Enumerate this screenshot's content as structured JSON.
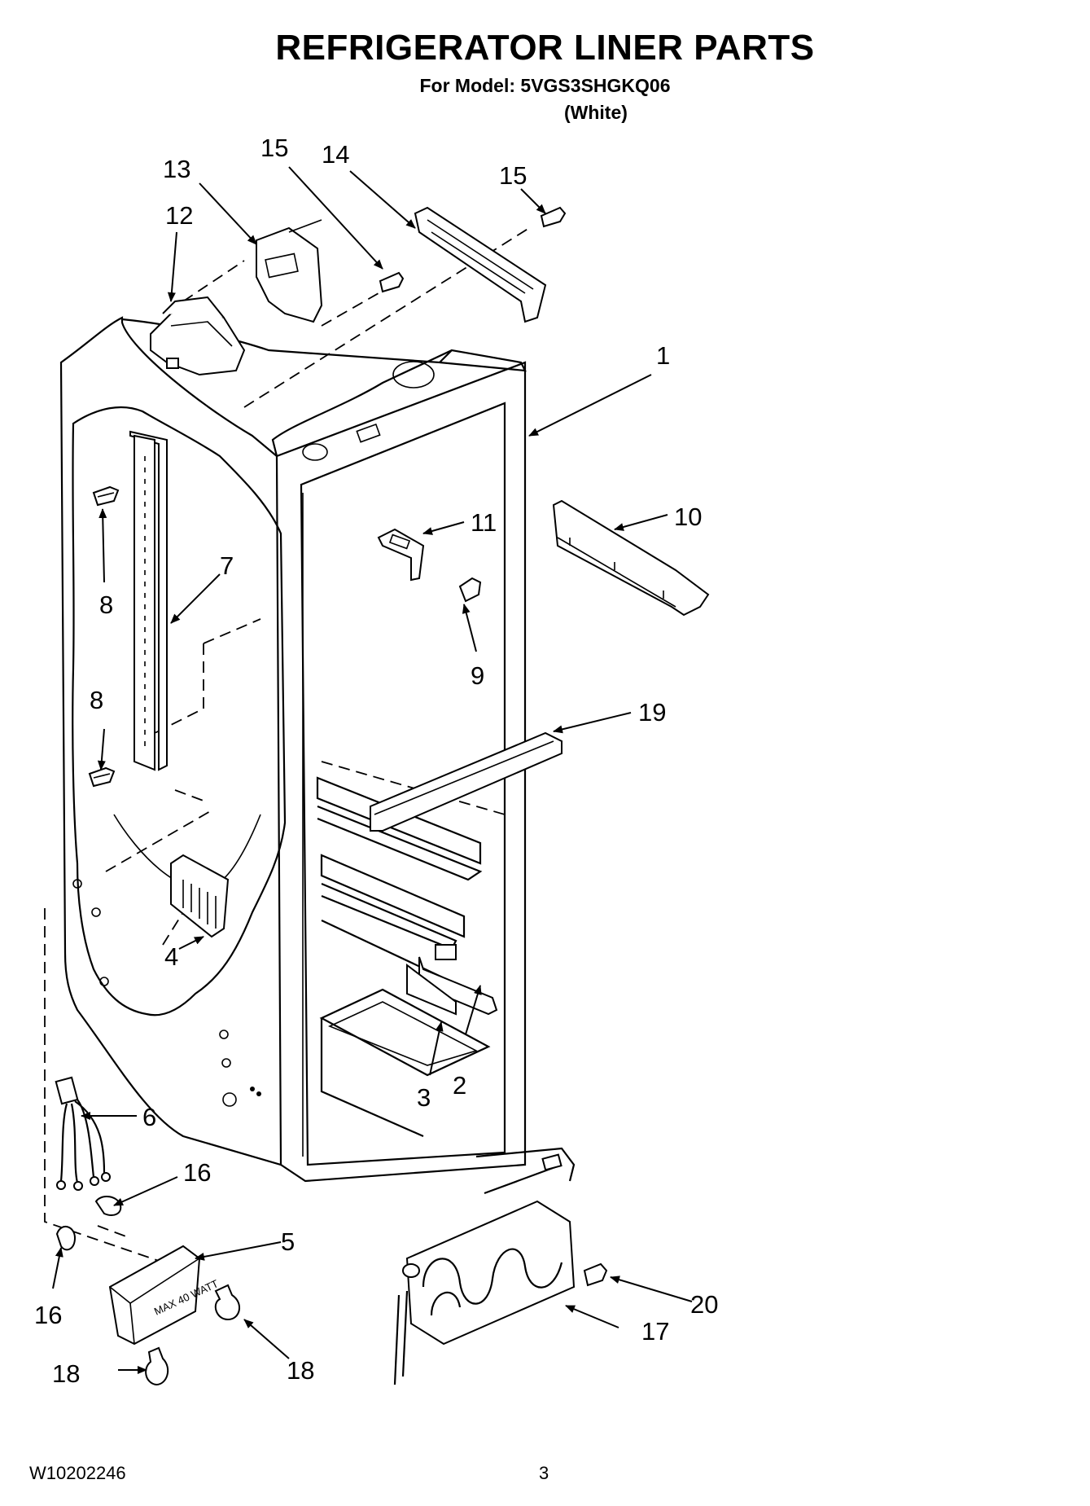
{
  "header": {
    "title": "REFRIGERATOR LINER PARTS",
    "model_line": "For Model: 5VGS3SHGKQ06",
    "color": "(White)"
  },
  "footer": {
    "doc_number": "W10202246",
    "page_number": "3"
  },
  "callouts": {
    "c1": "1",
    "c2": "2",
    "c3": "3",
    "c4": "4",
    "c5": "5",
    "c6": "6",
    "c7": "7",
    "c8a": "8",
    "c8b": "8",
    "c9": "9",
    "c10": "10",
    "c11": "11",
    "c12": "12",
    "c13": "13",
    "c14": "14",
    "c15a": "15",
    "c15b": "15",
    "c16a": "16",
    "c16b": "16",
    "c17": "17",
    "c18a": "18",
    "c18b": "18",
    "c19": "19",
    "c20": "20"
  },
  "lamp_housing_label": "MAX 40 WATT"
}
